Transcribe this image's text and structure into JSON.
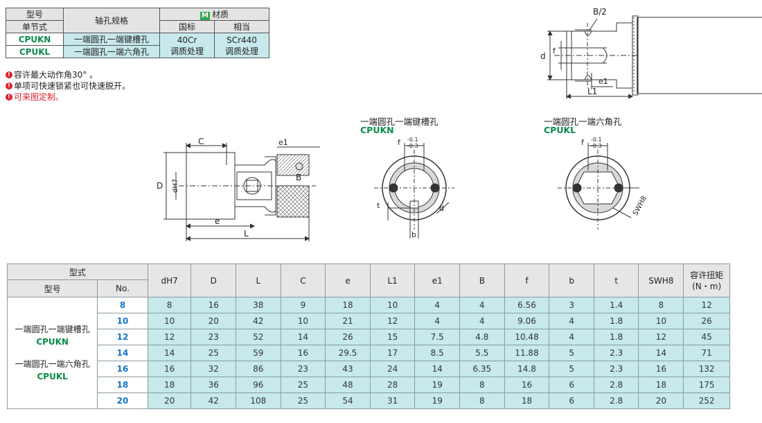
{
  "spec_table": {
    "model_label": "型号",
    "single_label": "单节式",
    "shaft_hole_label": "轴孔规格",
    "material_badge": "M",
    "material_label": "材质",
    "gb_label": "国标",
    "equiv_label": "相当",
    "rows": [
      {
        "code": "CPUKN",
        "hole": "一端圆孔一端键槽孔"
      },
      {
        "code": "CPUKL",
        "hole": "一端圆孔一端六角孔"
      }
    ],
    "gb_material": "40Cr",
    "gb_treatment": "调质处理",
    "equiv_material": "SCr440",
    "equiv_treatment": "调质处理"
  },
  "notes": [
    {
      "icon": "warning-icon",
      "text": "容许最大动作角30° 。"
    },
    {
      "icon": "warning-icon",
      "text": "单项可快速锁紧也可快速脱开。"
    },
    {
      "icon": "warning-icon",
      "text": "可来图定制。"
    }
  ],
  "views": {
    "keyway_title": "一端圆孔一端键槽孔",
    "keyway_code": "CPUKN",
    "hex_title": "一端圆孔一端六角孔",
    "hex_code": "CPUKL"
  },
  "dims": {
    "B_half": "B/2",
    "d": "d",
    "f": "f",
    "e1": "e1",
    "L1": "L1",
    "C": "C",
    "e1b": "e1",
    "D": "D",
    "dH7": "dH7",
    "B": "B",
    "e": "e",
    "L": "L",
    "f_tol": "f",
    "tol_up": "-0.1",
    "tol_lo": "-0.3",
    "t": "t",
    "b": "b",
    "SW": "SWH8"
  },
  "data_table": {
    "group_header": "型式",
    "model_header": "型号",
    "no_header": "No.",
    "columns": [
      "dH7",
      "D",
      "L",
      "C",
      "e",
      "L1",
      "e1",
      "B",
      "f",
      "b",
      "t",
      "SWH8"
    ],
    "torque_header_1": "容许扭矩",
    "torque_header_2": "(N・m)",
    "types": [
      {
        "name": "一端圆孔一端键槽孔",
        "code": "CPUKN"
      },
      {
        "name": "一端圆孔一端六角孔",
        "code": "CPUKL"
      }
    ],
    "rows": [
      [
        "8",
        "8",
        "16",
        "38",
        "9",
        "18",
        "10",
        "4",
        "4",
        "6.56",
        "3",
        "1.4",
        "8",
        "12"
      ],
      [
        "10",
        "10",
        "20",
        "42",
        "10",
        "21",
        "12",
        "4",
        "4",
        "9.06",
        "4",
        "1.8",
        "10",
        "26"
      ],
      [
        "12",
        "12",
        "23",
        "52",
        "14",
        "26",
        "15",
        "7.5",
        "4.8",
        "10.48",
        "4",
        "1.8",
        "12",
        "45"
      ],
      [
        "14",
        "14",
        "25",
        "59",
        "16",
        "29.5",
        "17",
        "8.5",
        "5.5",
        "11.88",
        "5",
        "2.3",
        "14",
        "71"
      ],
      [
        "16",
        "16",
        "32",
        "86",
        "23",
        "43",
        "24",
        "14",
        "6.35",
        "14.8",
        "5",
        "2.3",
        "16",
        "132"
      ],
      [
        "18",
        "18",
        "36",
        "96",
        "25",
        "48",
        "28",
        "19",
        "8",
        "16",
        "6",
        "2.8",
        "18",
        "175"
      ],
      [
        "20",
        "20",
        "42",
        "108",
        "25",
        "54",
        "31",
        "19",
        "8",
        "18",
        "6",
        "2.8",
        "20",
        "252"
      ]
    ]
  }
}
